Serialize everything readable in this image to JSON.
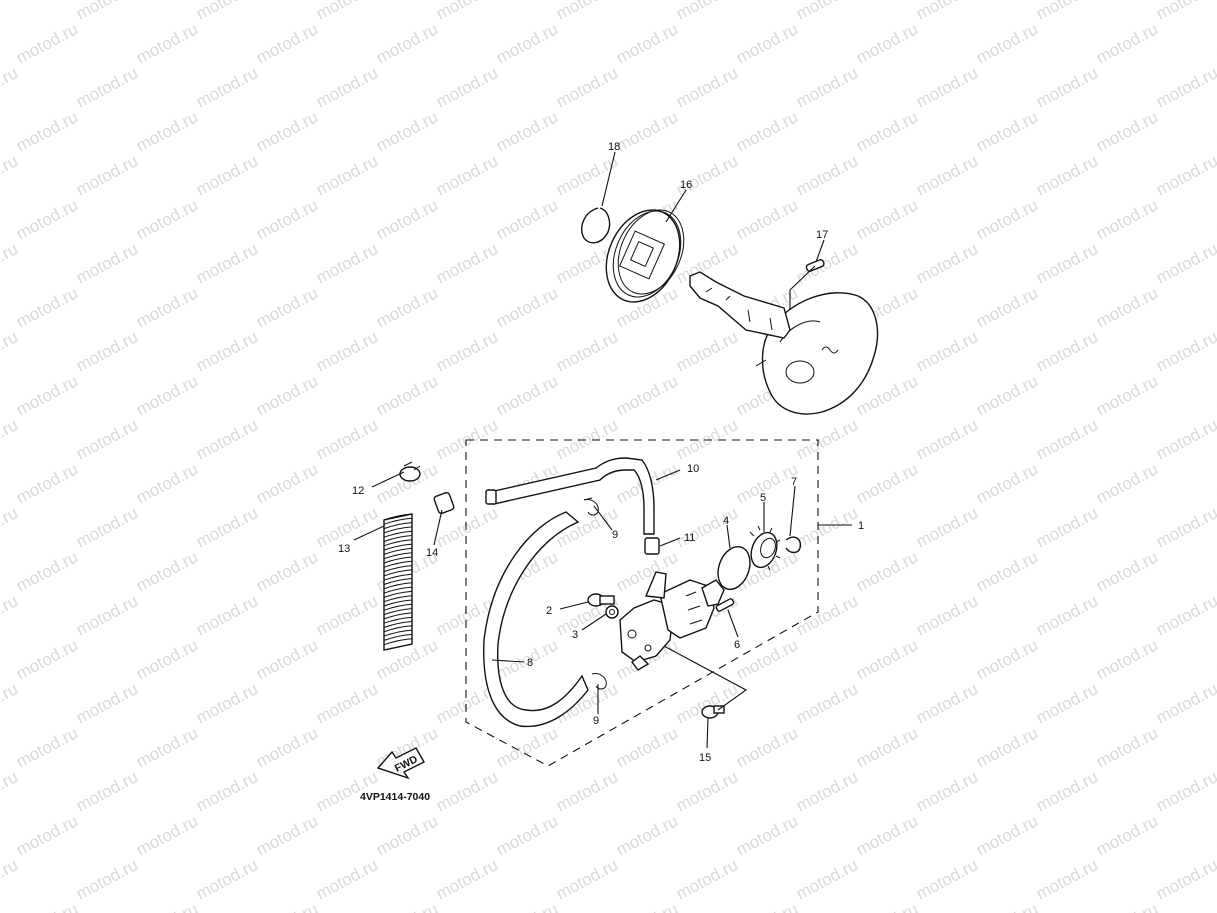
{
  "watermark": {
    "text": "motod.ru"
  },
  "diagram_code": "4VP1414-7040",
  "fwd_label": "FWD",
  "callouts": [
    "1",
    "2",
    "3",
    "4",
    "5",
    "6",
    "7",
    "8",
    "9",
    "9",
    "10",
    "11",
    "12",
    "13",
    "14",
    "15",
    "16",
    "17",
    "18"
  ]
}
